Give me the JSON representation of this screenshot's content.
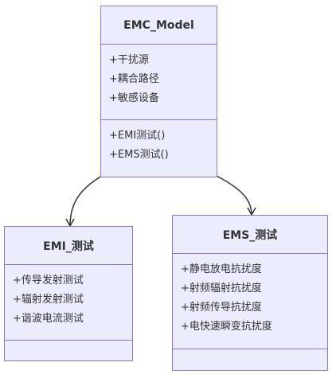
{
  "colors": {
    "box_fill": "#ECECFF",
    "box_border": "#9370DB",
    "edge": "#333333"
  },
  "classes": {
    "model": {
      "title": "EMC_Model",
      "attributes": [
        "+干扰源",
        "+耦合路径",
        "+敏感设备"
      ],
      "methods": [
        "+EMI测试()",
        "+EMS测试()"
      ]
    },
    "emi": {
      "title": "EMI_测试",
      "attributes": [
        "+传导发射测试",
        "+辐射发射测试",
        "+谐波电流测试"
      ],
      "methods": []
    },
    "ems": {
      "title": "EMS_测试",
      "attributes": [
        "+静电放电抗扰度",
        "+射频辐射抗扰度",
        "+射频传导抗扰度",
        "+电快速瞬变抗扰度"
      ],
      "methods": []
    }
  },
  "edges": [
    {
      "from": "EMC_Model",
      "to": "EMI_测试",
      "style": "arrow"
    },
    {
      "from": "EMC_Model",
      "to": "EMS_测试",
      "style": "arrow"
    }
  ]
}
